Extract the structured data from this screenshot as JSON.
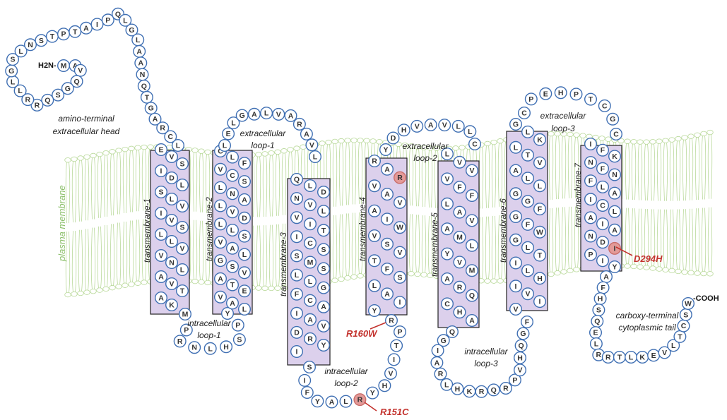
{
  "diagram": {
    "labels": {
      "plasma_membrane": "plasma membrane",
      "amino_terminal_1": "amino-terminal",
      "amino_terminal_2": "extracellular head",
      "extracellular_loop_1_a": "extracellular",
      "extracellular_loop_1_b": "loop-1",
      "extracellular_loop_2_a": "extracellular",
      "extracellular_loop_2_b": "loop-2",
      "extracellular_loop_3_a": "extracellular",
      "extracellular_loop_3_b": "loop-3",
      "intracellular_loop_1_a": "intracellular",
      "intracellular_loop_1_b": "loop-1",
      "intracellular_loop_2_a": "intracellular",
      "intracellular_loop_2_b": "loop-2",
      "intracellular_loop_3_a": "intracellular",
      "intracellular_loop_3_b": "loop-3",
      "carboxy_terminal_1": "carboxy-terminal",
      "carboxy_terminal_2": "cytoplasmic tail",
      "n_terminus": "H2N-",
      "c_terminus": "-COOH"
    },
    "helices": [
      "transmembrane-1",
      "transmembrane-2",
      "transmembrane-3",
      "transmembrane-4",
      "transmembrane-5",
      "transmembrane-6",
      "transmembrane-7"
    ],
    "mutations": [
      "R160W",
      "R151C",
      "D294H"
    ],
    "segments": {
      "n_term": "MAVQGSQRRLLGSLNSTPTAIPQLGLAANQTGARCL",
      "tm1": "EVSIDLSLVIVSLLVVNLAVTAK",
      "icl1": "MPRNLHSPY",
      "tm2": "CLFVCSLNALVDLLSVALGSVATEVAL",
      "ecl1": "LELGALVARAVL",
      "tm3": "QLDNVLVITICSSMSLLGFCAIAVDRYI",
      "icl2": "SIFYALRYHVITPR",
      "tm4": "RARVAVAIWVSVTFSLAIY",
      "ecl2": "YDHVAVLLC",
      "tm5": "LVVVFFLAVAMLYVMARQCHA",
      "icl3": "QGIARLHKRQRPVHQGF",
      "tm6": "GLKLTVALLGGFGFWGLTILHIVIV",
      "ecl3": "CPEHPTCGC",
      "tm7": "IFKNFNFLAICLAIANDIPIY",
      "c_term": "AFHSQELRRTLKEVLTCSW"
    }
  }
}
